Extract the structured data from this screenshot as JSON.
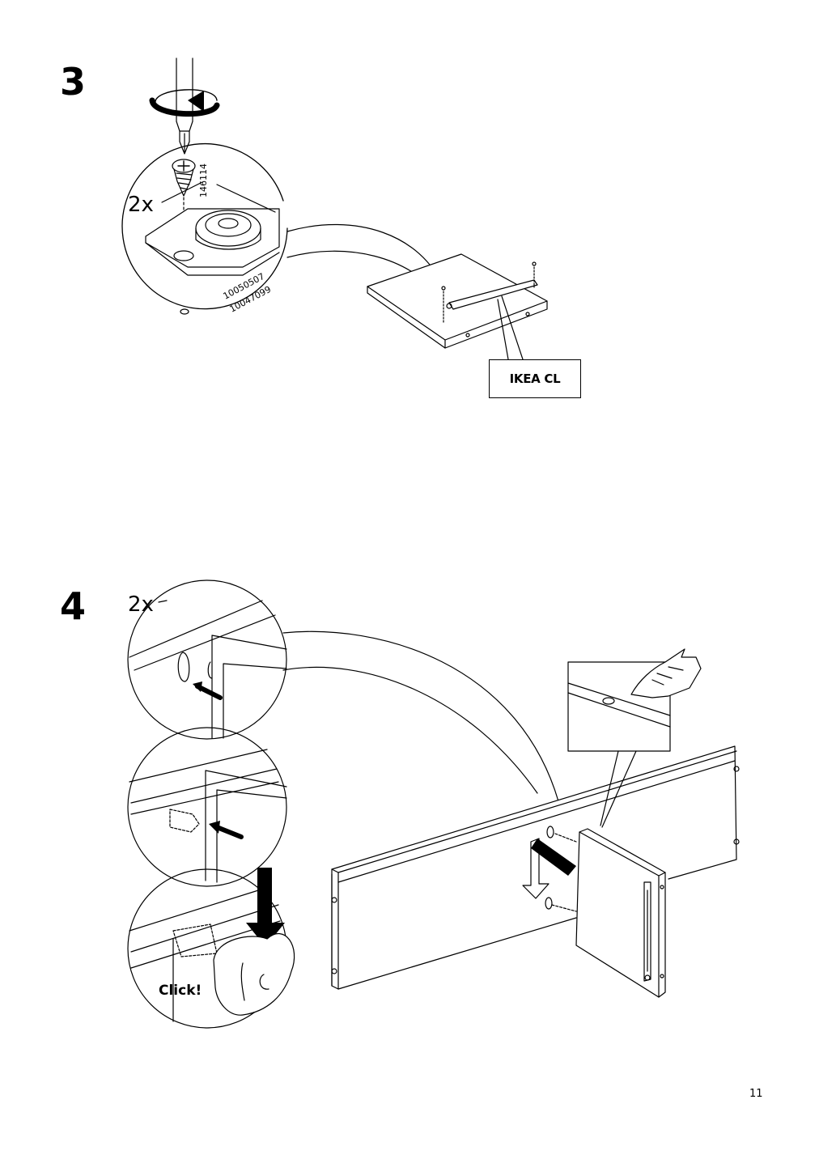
{
  "page_number": "11",
  "steps": [
    {
      "number": "3",
      "quantity": "2x",
      "screw_part": "146114",
      "part_numbers": [
        "10050507",
        "10047099"
      ],
      "label": "IKEA CL"
    },
    {
      "number": "4",
      "quantity": "2x",
      "click_text": "Click!"
    }
  ]
}
